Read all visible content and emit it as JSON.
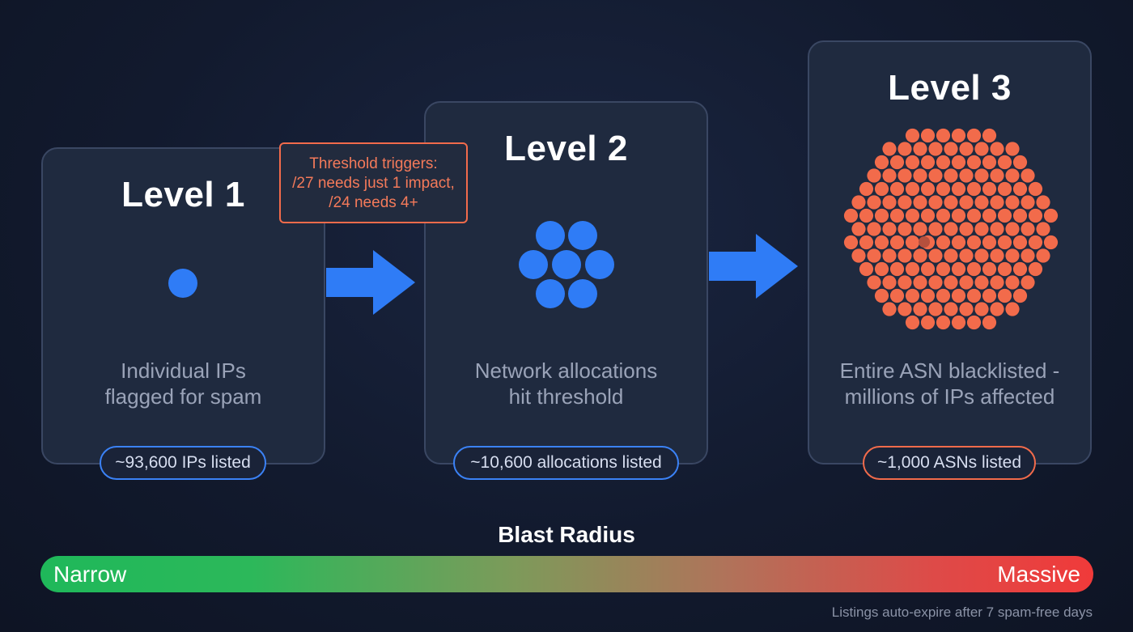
{
  "levels": [
    {
      "title": "Level 1",
      "description": "Individual IPs\nflagged for spam",
      "badge": "~93,600 IPs listed",
      "badge_color": "#3b82f6",
      "dot_color": "#2f7cf6"
    },
    {
      "title": "Level 2",
      "description": "Network allocations\nhit threshold",
      "badge": "~10,600 allocations listed",
      "badge_color": "#3b82f6",
      "dot_color": "#2f7cf6"
    },
    {
      "title": "Level 3",
      "description": "Entire ASN blacklisted -\nmillions of IPs affected",
      "badge": "~1,000 ASNs listed",
      "badge_color": "#f26b4b",
      "dot_color": "#f26b4b"
    }
  ],
  "threshold": {
    "line1": "Threshold triggers:",
    "line2": "/27 needs just 1 impact,",
    "line3": "/24 needs 4+"
  },
  "scale": {
    "title": "Blast Radius",
    "left_label": "Narrow",
    "right_label": "Massive",
    "gradient": [
      "#1fb85a",
      "#f03a3a"
    ]
  },
  "footnote": "Listings auto-expire after 7 spam-free days",
  "colors": {
    "arrow": "#2f7cf6",
    "panel": "#1f2a3f",
    "accent_red": "#f26b4b"
  }
}
